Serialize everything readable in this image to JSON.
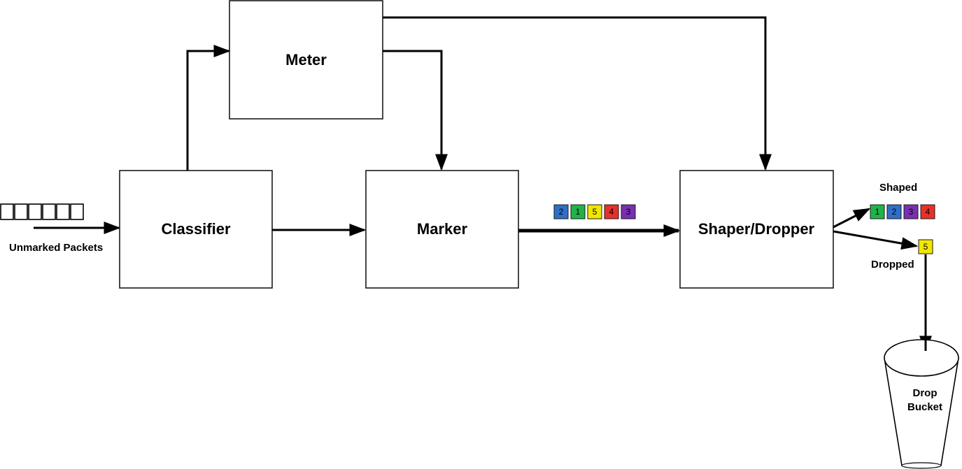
{
  "blocks": {
    "meter": "Meter",
    "classifier": "Classifier",
    "marker": "Marker",
    "shaper_dropper": "Shaper/Dropper"
  },
  "labels": {
    "unmarked_packets": "Unmarked Packets",
    "shaped": "Shaped",
    "dropped": "Dropped",
    "drop_bucket_line1": "Drop",
    "drop_bucket_line2": "Bucket"
  },
  "packets_after_marker": [
    {
      "num": "2",
      "color": "#2f6fc7"
    },
    {
      "num": "1",
      "color": "#1fb34a"
    },
    {
      "num": "5",
      "color": "#f2e600"
    },
    {
      "num": "4",
      "color": "#e8302a"
    },
    {
      "num": "3",
      "color": "#7a2fb0"
    }
  ],
  "packets_shaped": [
    {
      "num": "1",
      "color": "#1fb34a"
    },
    {
      "num": "2",
      "color": "#2f6fc7"
    },
    {
      "num": "3",
      "color": "#7a2fb0"
    },
    {
      "num": "4",
      "color": "#e8302a"
    }
  ],
  "packets_dropped": [
    {
      "num": "5",
      "color": "#f2e600"
    }
  ],
  "unmarked_packet_count": 6
}
